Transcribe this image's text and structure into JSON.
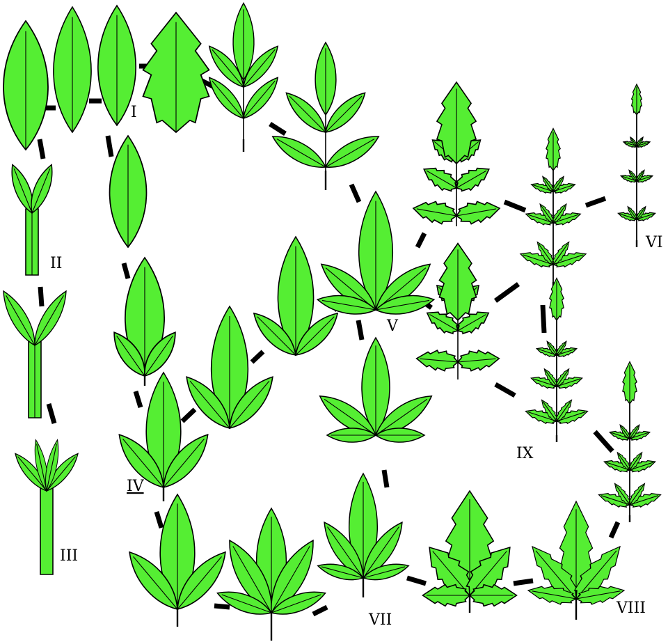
{
  "diagram": {
    "colors": {
      "leaf_fill": "#55ee33",
      "outline": "#000000",
      "connector": "#000000",
      "background": "#ffffff"
    },
    "labels": {
      "I": "I",
      "II": "II",
      "III": "III",
      "IV": "IV",
      "V": "V",
      "VI": "VI",
      "VII": "VII",
      "VIII": "VIII",
      "IX": "IX"
    }
  }
}
